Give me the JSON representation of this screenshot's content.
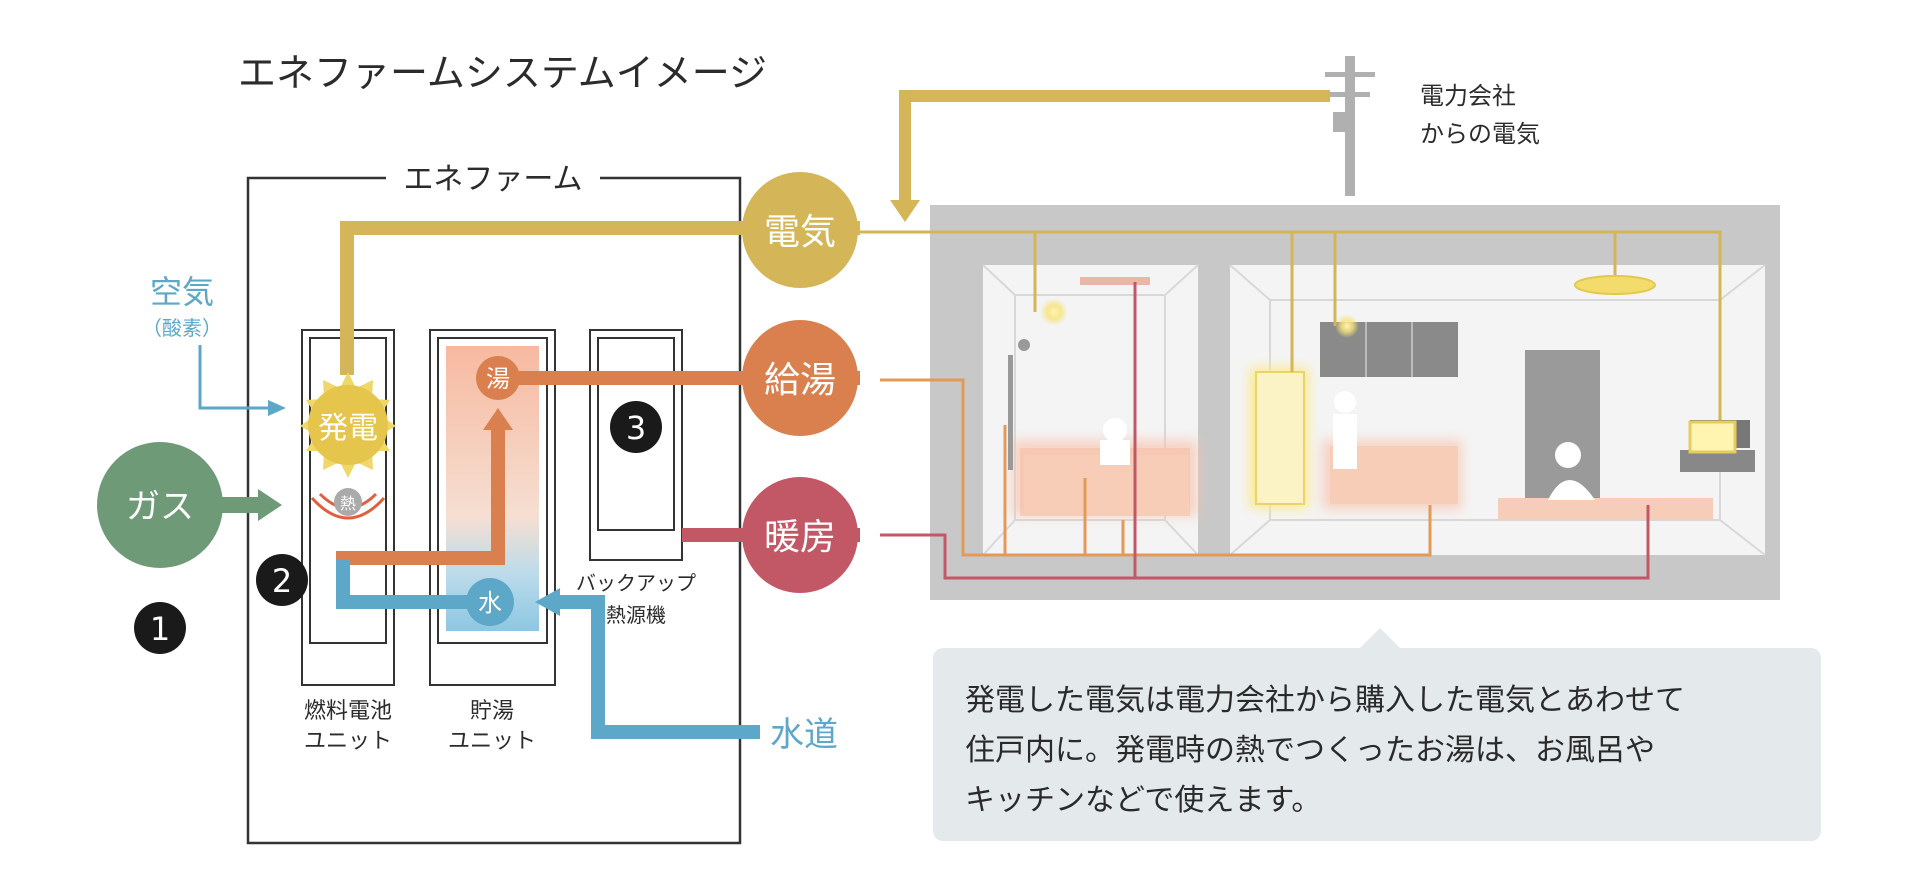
{
  "title": "エネファームシステムイメージ",
  "enefarm_label": "エネファーム",
  "inputs": {
    "air": "空気",
    "air_sub": "（酸素）",
    "gas": "ガス",
    "water_supply": "水道"
  },
  "outputs": {
    "electricity": "電気",
    "hot_water": "給湯",
    "heating": "暖房"
  },
  "grid": {
    "line1": "電力会社",
    "line2": "からの電気"
  },
  "process": {
    "generation": "発電",
    "heat": "熱",
    "hot": "湯",
    "water": "水"
  },
  "units": {
    "fuel_cell_line1": "燃料電池",
    "fuel_cell_line2": "ユニット",
    "storage_line1": "貯湯",
    "storage_line2": "ユニット",
    "backup_line1": "バックアップ",
    "backup_line2": "熱源機"
  },
  "numbers": {
    "n1": "1",
    "n2": "2",
    "n3": "3"
  },
  "caption": {
    "line1": "発電した電気は電力会社から購入した電気とあわせて",
    "line2": "住戸内に。発電時の熱でつくったお湯は、お風呂や",
    "line3": "キッチンなどで使えます。"
  },
  "colors": {
    "electricity": "#d4b557",
    "hot_water": "#d9804e",
    "heating": "#c25866",
    "gas": "#6f9a78",
    "water": "#5da7c9",
    "house_bg": "#c8c8c8"
  }
}
